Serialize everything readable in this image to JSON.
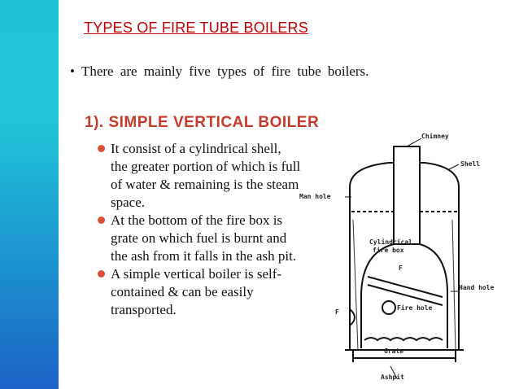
{
  "slide": {
    "title": "TYPES OF FIRE TUBE BOILERS",
    "intro_bullet": "•",
    "intro": "There are mainly five types of fire tube boilers.",
    "section_title": "1). SIMPLE VERTICAL BOILER",
    "points": [
      "It consist of a cylindrical shell, the greater portion of which is full of water & remaining is the steam space.",
      "At the bottom of the fire box is grate on which fuel is burnt and the ash from it falls in the ash pit.",
      "A simple vertical boiler is self-contained & can be easily transported."
    ]
  },
  "diagram": {
    "labels": {
      "chimney": "Chimney",
      "shell": "Shell",
      "man_hole": "Man hole",
      "cylindrical": "Cylindrical",
      "fire_box": "fire box",
      "f1": "F",
      "f2": "F",
      "hand_hole": "Hand hole",
      "fire_hole": "Fire hole",
      "grate": "Grate",
      "ashpit": "Ashpit"
    }
  },
  "colors": {
    "title_red": "#c00000",
    "section_red": "#c73a2a",
    "stripe": "#1ec4d6"
  }
}
